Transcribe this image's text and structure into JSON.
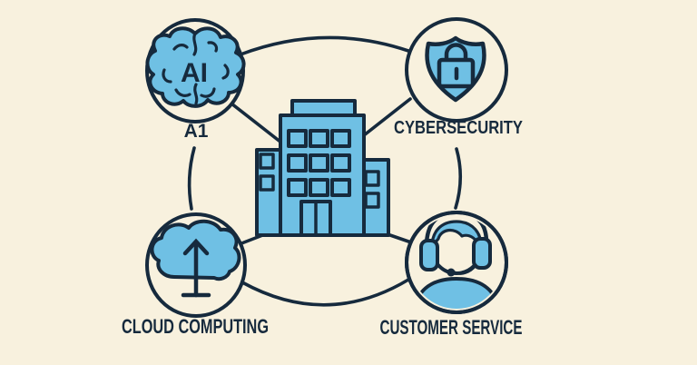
{
  "colors": {
    "background": "#f8f1de",
    "fill_blue": "#6fc0e4",
    "outline_navy": "#162a3d"
  },
  "diagram": {
    "type": "hub-and-spoke-ecosystem",
    "center_node": {
      "name": "organization-building",
      "icon": "office-building-icon"
    },
    "nodes": [
      {
        "id": "ai",
        "label": "A1",
        "icon": "brain-icon",
        "icon_text": "AI",
        "position": "top-left"
      },
      {
        "id": "cybersecurity",
        "label": "CYBERSECURITY",
        "icon": "shield-lock-icon",
        "position": "top-right"
      },
      {
        "id": "cloud-computing",
        "label": "CLOUD COMPUTING",
        "icon": "cloud-upload-icon",
        "position": "bottom-left"
      },
      {
        "id": "customer-service",
        "label": "CUSTOMER SERVICE",
        "icon": "headset-agent-icon",
        "position": "bottom-right"
      }
    ],
    "connections": [
      {
        "from": "ai",
        "to": "cybersecurity",
        "type": "arc"
      },
      {
        "from": "cybersecurity",
        "to": "customer-service",
        "type": "arc"
      },
      {
        "from": "cloud-computing",
        "to": "customer-service",
        "type": "arc"
      },
      {
        "from": "ai",
        "to": "cloud-computing",
        "type": "arc"
      },
      {
        "from": "ai",
        "to": "center",
        "type": "line"
      },
      {
        "from": "cybersecurity",
        "to": "center",
        "type": "line"
      },
      {
        "from": "cloud-computing",
        "to": "center",
        "type": "line"
      },
      {
        "from": "customer-service",
        "to": "center",
        "type": "line"
      }
    ]
  }
}
